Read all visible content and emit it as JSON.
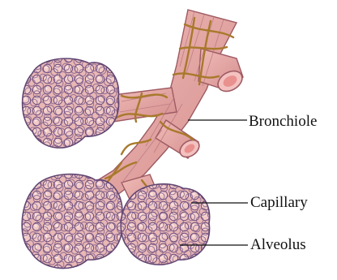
{
  "labels": {
    "bronchiole": "Bronchiole",
    "capillary": "Capillary",
    "alveolus": "Alveolus"
  },
  "colors": {
    "tissue": "#e7a9a4",
    "tissue_dark": "#b06a72",
    "lumen": "#f3c2c0",
    "alveolus_fill": "#e9b7b4",
    "alveolus_outline": "#6c4f7e",
    "capillary": "#a8792b",
    "leader_line": "#111111"
  }
}
